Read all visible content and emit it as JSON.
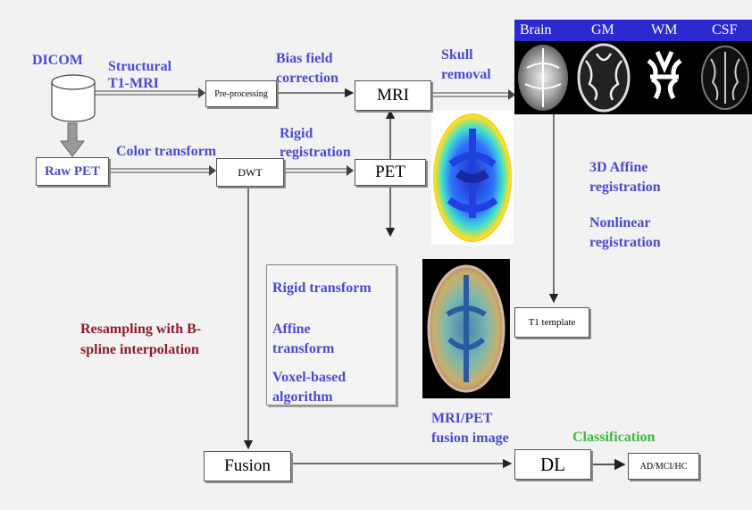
{
  "labels": {
    "dicom": "DICOM",
    "structural_1": "Structural",
    "structural_2": "T1-MRI",
    "bias_1": "Bias field",
    "bias_2": "correction",
    "skull_1": "Skull",
    "skull_2": "removal",
    "color_transform": "Color transform",
    "rigid_reg_1": "Rigid",
    "rigid_reg_2": "registration",
    "affine3d_1": "3D Affine",
    "affine3d_2": "registration",
    "nonlinear_1": "Nonlinear",
    "nonlinear_2": "registration",
    "resampling_1": "Resampling with B-",
    "resampling_2": "spline interpolation",
    "fusion_caption_1": "MRI/PET",
    "fusion_caption_2": "fusion image",
    "classification": "Classification"
  },
  "tissues": [
    "Brain",
    "GM",
    "WM",
    "CSF"
  ],
  "boxes": {
    "raw_pet": "Raw PET",
    "preprocessing": "Pre-processing",
    "mri": "MRI",
    "dwt": "DWT",
    "pet": "PET",
    "t1_template": "T1 template",
    "fusion": "Fusion",
    "dl": "DL",
    "output": "AD/MCI/HC"
  },
  "methods": {
    "rigid": "Rigid transform",
    "affine_1": "Affine",
    "affine_2": "transform",
    "voxel_1": "Voxel-based",
    "voxel_2": "algorithm"
  },
  "colors": {
    "label_blue": "#4a4ad0",
    "label_red": "#8c1c2a",
    "label_green": "#3cb83c"
  }
}
